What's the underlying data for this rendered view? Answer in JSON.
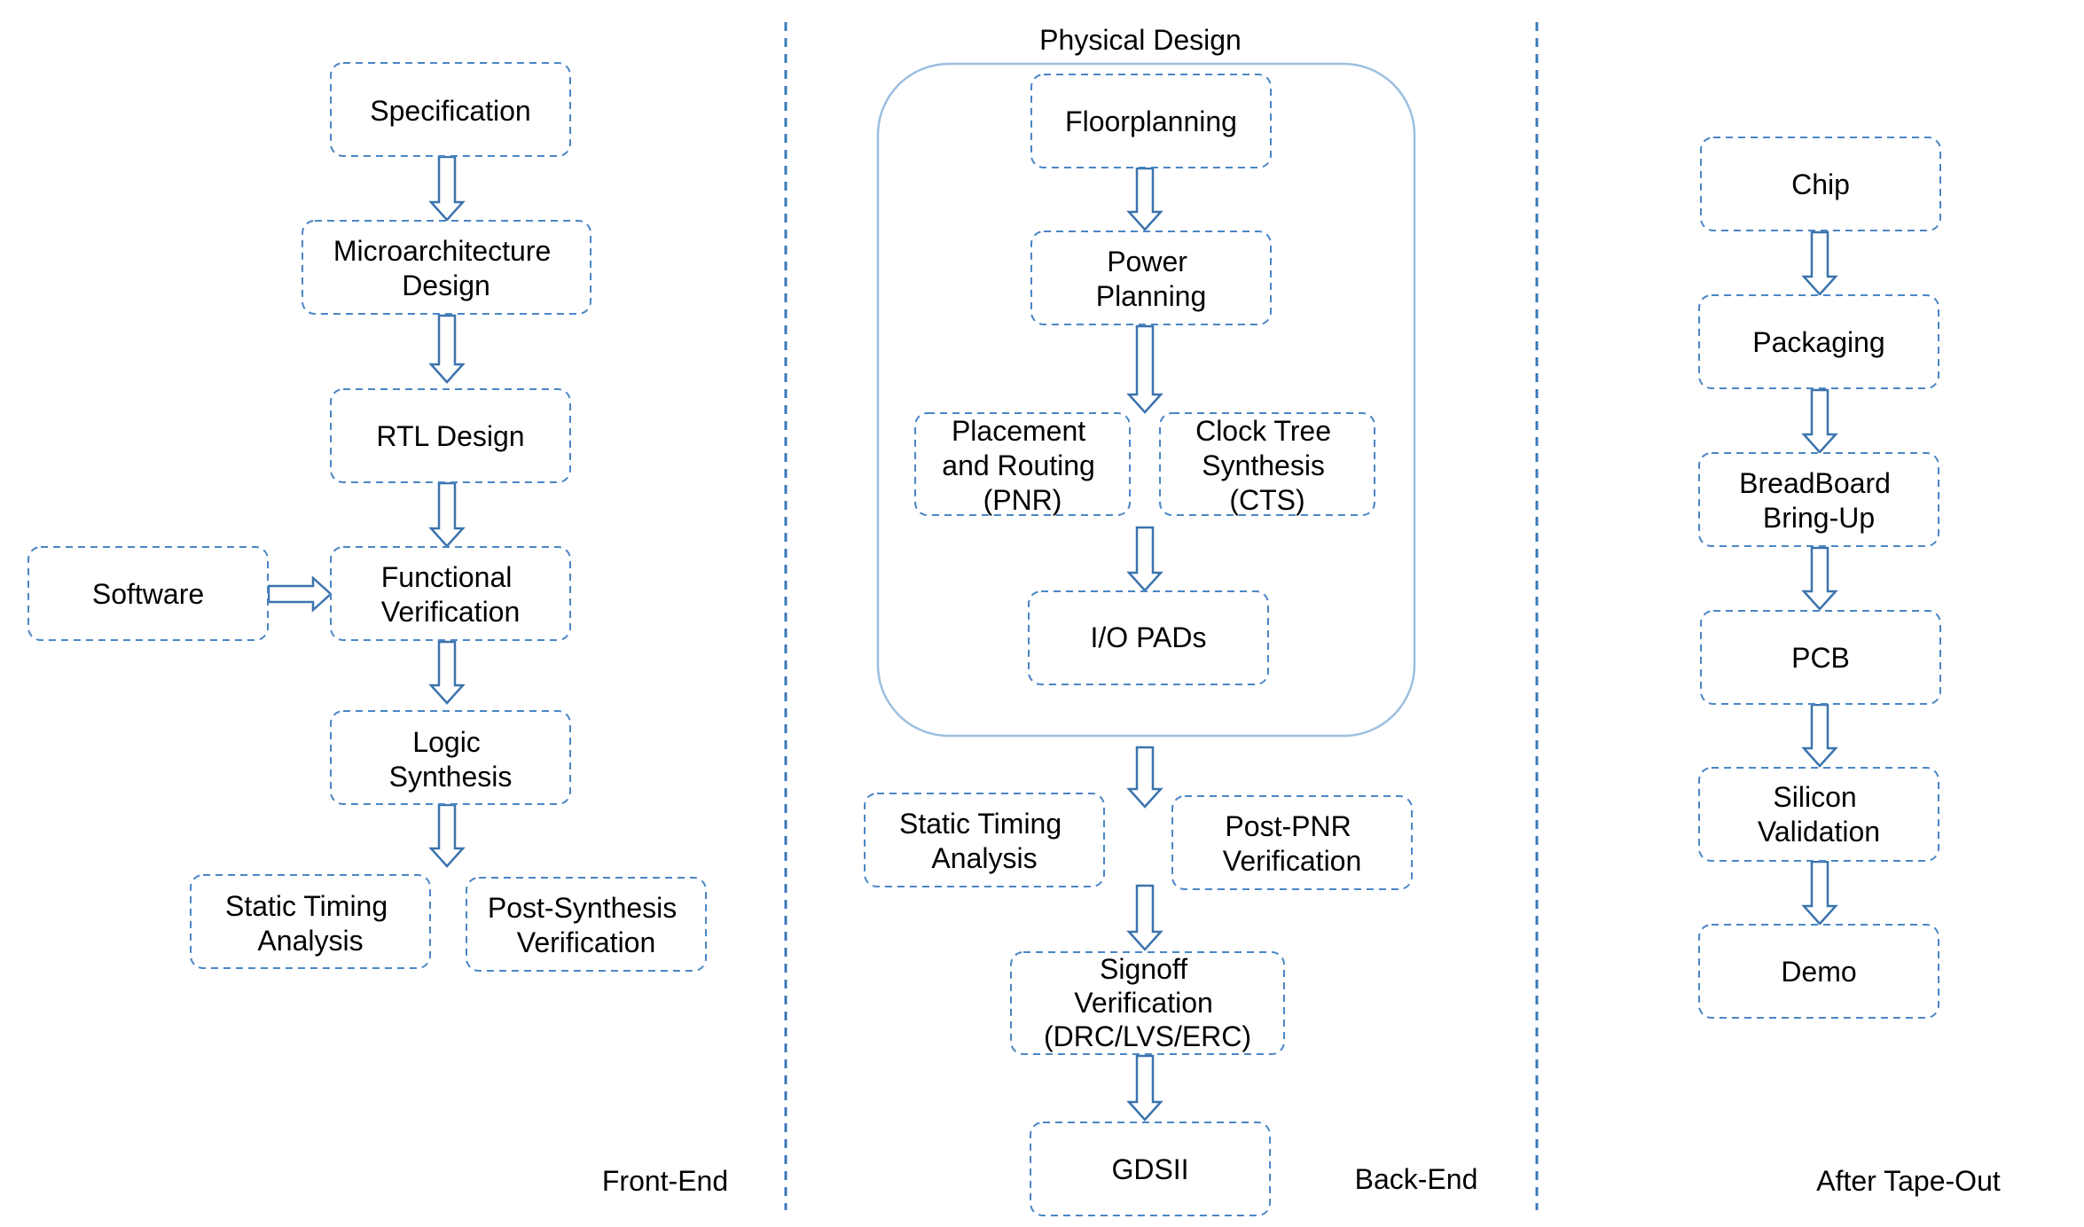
{
  "labels": {
    "front_end": "Front-End",
    "back_end": "Back-End",
    "after_tape_out": "After Tape-Out",
    "physical_design": "Physical Design"
  },
  "front_end": {
    "specification": "Specification",
    "microarchitecture": [
      "Microarchitecture",
      "Design"
    ],
    "rtl_design": "RTL Design",
    "software": "Software",
    "functional_verification": [
      "Functional",
      "Verification"
    ],
    "logic_synthesis": [
      "Logic",
      "Synthesis"
    ],
    "static_timing_analysis": [
      "Static Timing",
      "Analysis"
    ],
    "post_synthesis_verification": [
      "Post-Synthesis",
      "Verification"
    ]
  },
  "back_end": {
    "floorplanning": "Floorplanning",
    "power_planning": [
      "Power",
      "Planning"
    ],
    "placement_routing": [
      "Placement",
      "and Routing",
      "(PNR)"
    ],
    "clock_tree_synthesis": [
      "Clock Tree",
      "Synthesis",
      "(CTS)"
    ],
    "io_pads": "I/O PADs",
    "static_timing_analysis": [
      "Static Timing",
      "Analysis"
    ],
    "post_pnr_verification": [
      "Post-PNR",
      "Verification"
    ],
    "signoff_verification": [
      "Signoff",
      "Verification",
      "(DRC/LVS/ERC)"
    ],
    "gdsii": "GDSII"
  },
  "after_tape_out": {
    "chip": "Chip",
    "packaging": "Packaging",
    "breadboard": [
      "BreadBoard",
      "Bring-Up"
    ],
    "pcb": "PCB",
    "silicon_validation": [
      "Silicon",
      "Validation"
    ],
    "demo": "Demo"
  },
  "colors": {
    "box_border": "#4a86c5",
    "arrow_stroke": "#3b73ad",
    "divider": "#3a78b8",
    "group_border": "#9cbfe0"
  }
}
